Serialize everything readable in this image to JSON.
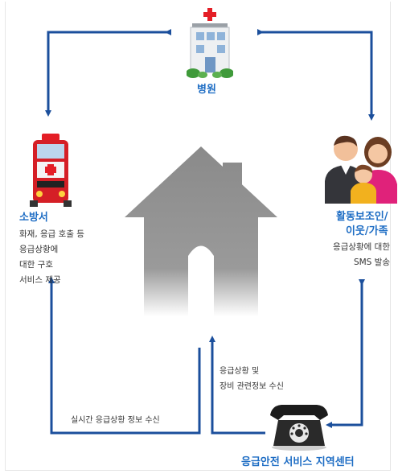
{
  "nodes": {
    "hospital": {
      "label": "병원"
    },
    "fire_station": {
      "label": "소방서",
      "lines": [
        "화재, 응급 호출 등",
        "응급상황에",
        "대한 구호",
        "서비스 제공"
      ]
    },
    "family": {
      "label_lines": [
        "활동보조인/",
        "이웃/가족"
      ],
      "lines": [
        "응급상황에 대한",
        "SMS 발송"
      ]
    },
    "center": {
      "label": "응급안전 서비스 지역센터"
    }
  },
  "edges": {
    "realtime": "실시간 응급상황 정보 수신",
    "equipment_lines": [
      "응급상황 및",
      "장비 관련정보 수신"
    ]
  },
  "colors": {
    "accent": "#1e6dc4",
    "arrow": "#1b4f9c",
    "house": "#8e8e8e",
    "cross": "#e41e26"
  }
}
